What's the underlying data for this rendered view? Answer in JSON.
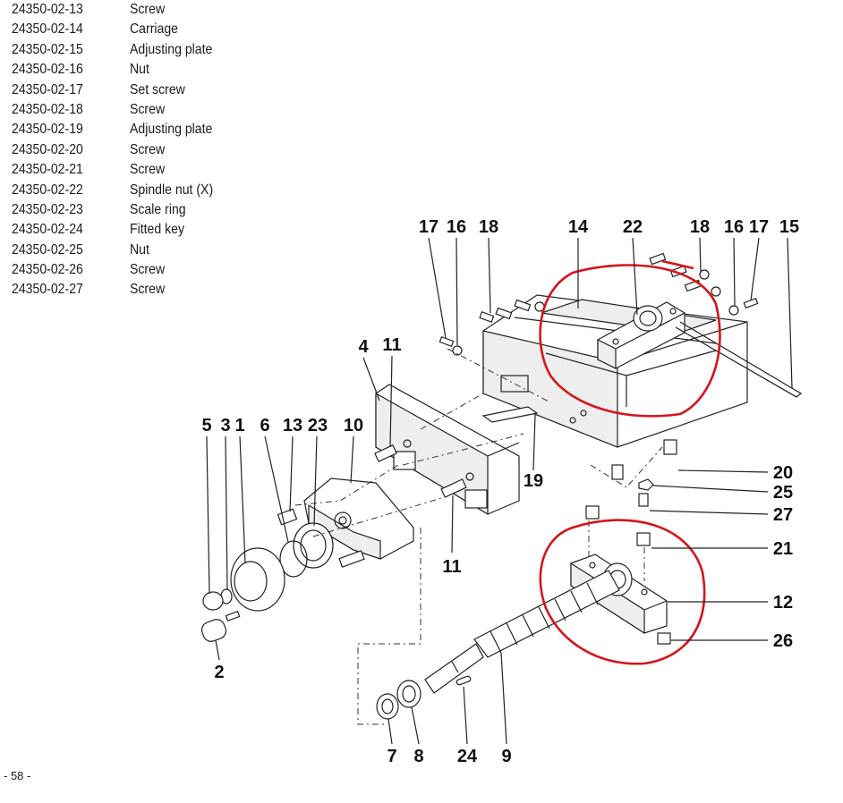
{
  "parts_list": [
    {
      "number": "24350-02-13",
      "description": "Screw"
    },
    {
      "number": "24350-02-14",
      "description": "Carriage"
    },
    {
      "number": "24350-02-15",
      "description": "Adjusting plate"
    },
    {
      "number": "24350-02-16",
      "description": "Nut"
    },
    {
      "number": "24350-02-17",
      "description": "Set screw"
    },
    {
      "number": "24350-02-18",
      "description": "Screw"
    },
    {
      "number": "24350-02-19",
      "description": "Adjusting plate"
    },
    {
      "number": "24350-02-20",
      "description": "Screw"
    },
    {
      "number": "24350-02-21",
      "description": "Screw"
    },
    {
      "number": "24350-02-22",
      "description": "Spindle nut (X)"
    },
    {
      "number": "24350-02-23",
      "description": "Scale ring"
    },
    {
      "number": "24350-02-24",
      "description": "Fitted key"
    },
    {
      "number": "24350-02-25",
      "description": "Nut"
    },
    {
      "number": "24350-02-26",
      "description": "Screw"
    },
    {
      "number": "24350-02-27",
      "description": "Screw"
    }
  ],
  "callouts": {
    "c17a": "17",
    "c16a": "16",
    "c18a": "18",
    "c14": "14",
    "c22": "22",
    "c18b": "18",
    "c16b": "16",
    "c17b": "17",
    "c15": "15",
    "c4": "4",
    "c11a": "11",
    "c5": "5",
    "c3": "3",
    "c1": "1",
    "c6": "6",
    "c13": "13",
    "c23": "23",
    "c10": "10",
    "c19": "19",
    "c20": "20",
    "c25": "25",
    "c27": "27",
    "c21": "21",
    "c12": "12",
    "c26": "26",
    "c11b": "11",
    "c2": "2",
    "c7": "7",
    "c8": "8",
    "c24": "24",
    "c9": "9"
  },
  "page_number": "- 58 -",
  "colors": {
    "highlight_circle": "#d4151b",
    "line": "#222222"
  }
}
